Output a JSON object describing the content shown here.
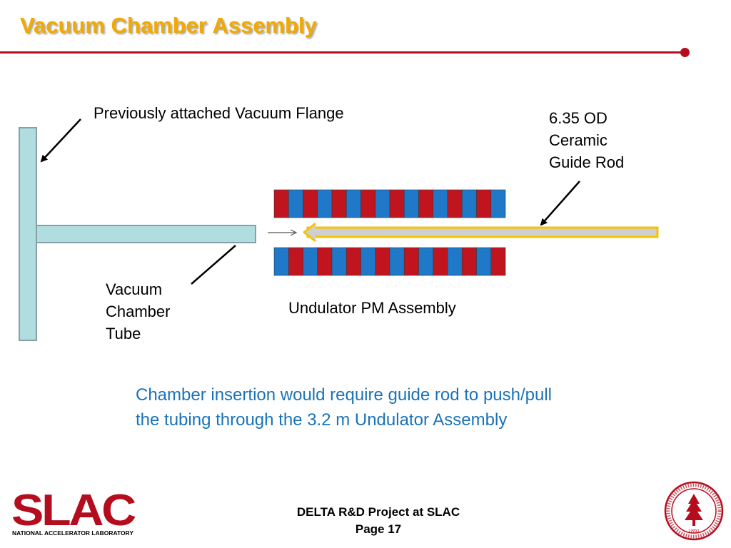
{
  "slide": {
    "title": "Vacuum Chamber Assembly",
    "accent_color": "#b40d1e",
    "title_color": "#f2a900"
  },
  "diagram": {
    "labels": {
      "flange": "Previously attached Vacuum Flange",
      "guide_rod": [
        "6.35 OD",
        "Ceramic",
        "Guide Rod"
      ],
      "tube": [
        "Vacuum",
        "Chamber",
        "Tube"
      ],
      "undulator": "Undulator PM Assembly"
    },
    "magnet_colors": [
      "#c0141e",
      "#1f78c8"
    ],
    "tube_color": "#b0dde0",
    "rod_fill": "#cfcfcf",
    "rod_outline": "#f5c400"
  },
  "note": [
    "Chamber insertion would require guide rod to push/pull",
    "the tubing through the 3.2 m Undulator Assembly"
  ],
  "footer": {
    "line1": "DELTA R&D Project at SLAC",
    "line2": "Page 17"
  },
  "logo": {
    "name": "SLAC",
    "subtitle": "NATIONAL ACCELERATOR LABORATORY"
  },
  "seal": {
    "name": "stanford-seal",
    "year": "1891"
  }
}
